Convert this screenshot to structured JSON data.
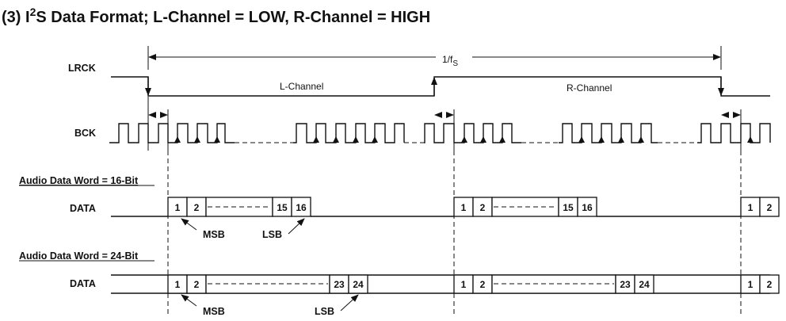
{
  "title": {
    "prefix": "(3) I",
    "superscript": "2",
    "rest": "S Data Format; L-Channel = LOW, R-Channel = HIGH"
  },
  "signals": {
    "lrck": "LRCK",
    "bck": "BCK",
    "data": "DATA"
  },
  "period_label": {
    "main": "1/f",
    "sub": "S"
  },
  "channels": {
    "left": "L-Channel",
    "right": "R-Channel"
  },
  "formats": [
    {
      "heading": "Audio Data Word = 16-Bit",
      "left_cells": [
        "1",
        "2",
        "15",
        "16"
      ],
      "right_cells": [
        "1",
        "2",
        "15",
        "16"
      ],
      "next_cells": [
        "1",
        "2"
      ],
      "msb": "MSB",
      "lsb": "LSB"
    },
    {
      "heading": "Audio Data Word = 24-Bit",
      "left_cells": [
        "1",
        "2",
        "23",
        "24"
      ],
      "right_cells": [
        "1",
        "2",
        "23",
        "24"
      ],
      "next_cells": [
        "1",
        "2"
      ],
      "msb": "MSB",
      "lsb": "LSB"
    }
  ]
}
